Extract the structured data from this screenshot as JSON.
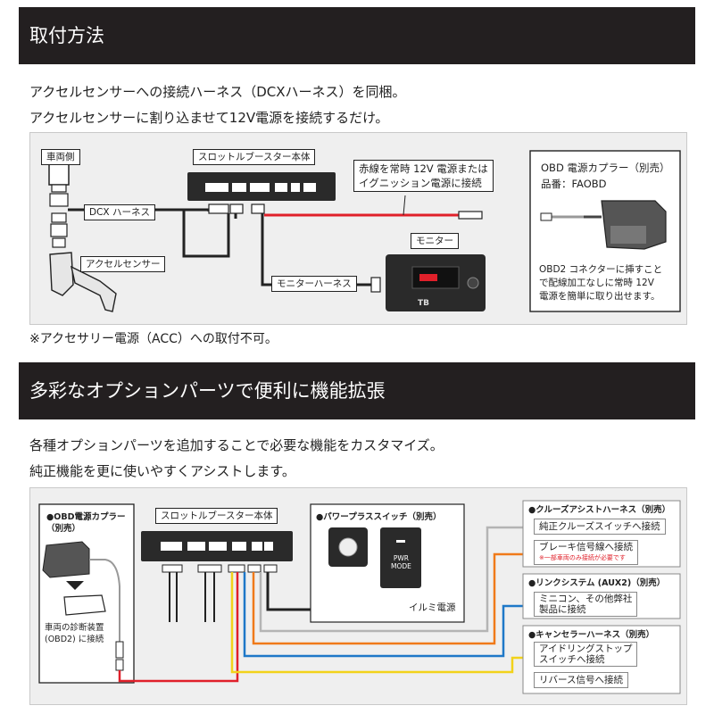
{
  "section1": {
    "title": "取付方法",
    "line1": "アクセルセンサーへの接続ハーネス（DCXハーネス）を同梱。",
    "line2": "アクセルセンサーに割り込ませて12V電源を接続するだけ。",
    "diagram": {
      "vehicle_side": "車両側",
      "booster_body": "スロットルブースター本体",
      "dcx_harness": "DCX ハーネス",
      "accel_sensor": "アクセルセンサー",
      "red_wire_note_1": "赤線を常時 12V 電源または",
      "red_wire_note_2": "イグニッション電源に接続",
      "monitor": "モニター",
      "monitor_harness": "モニターハーネス",
      "monitor_logo": "TB",
      "obd_title_1": "OBD 電源カプラー（別売）",
      "obd_title_2": "品番：FAOBD",
      "obd_desc_1": "OBD2 コネクターに挿すこと",
      "obd_desc_2": "で配線加工なしに常時 12V",
      "obd_desc_3": "電源を簡単に取り出せます。"
    },
    "note": "※アクセサリー電源（ACC）への取付不可。"
  },
  "section2": {
    "title": "多彩なオプションパーツで便利に機能拡張",
    "line1": "各種オプションパーツを追加することで必要な機能をカスタマイズ。",
    "line2": "純正機能を更に使いやすくアシストします。",
    "diagram": {
      "obd_title_1": "●OBD電源カプラー",
      "obd_title_2": "（別売）",
      "obd_target_1": "車両の診断装置",
      "obd_target_2": "(OBD2) に接続",
      "booster_body": "スロットルブースター本体",
      "power_switch": "●パワープラススイッチ（別売）",
      "switch_label_1": "PWR",
      "switch_label_2": "MODE",
      "illumi": "イルミ電源",
      "cruise_title": "●クルーズアシストハーネス（別売）",
      "cruise_item": "純正クルーズスイッチへ接続",
      "brake_item": "ブレーキ信号線へ接続",
      "brake_note": "※一部車両のみ接続が必要です",
      "link_title": "●リンクシステム (AUX2)（別売）",
      "link_item_1": "ミニコン、その他弊社",
      "link_item_2": "製品に接続",
      "cancel_title": "●キャンセラーハーネス（別売）",
      "idle_item_1": "アイドリングストップ",
      "idle_item_2": "スイッチへ接続",
      "reverse_item": "リバース信号へ接続"
    }
  },
  "colors": {
    "header_bg": "#231f20",
    "red_wire": "#e0202a",
    "orange_wire": "#f07a1a",
    "blue_wire": "#1e78c8",
    "yellow_wire": "#f2d21a",
    "gray_wire": "#b4b4b4"
  }
}
